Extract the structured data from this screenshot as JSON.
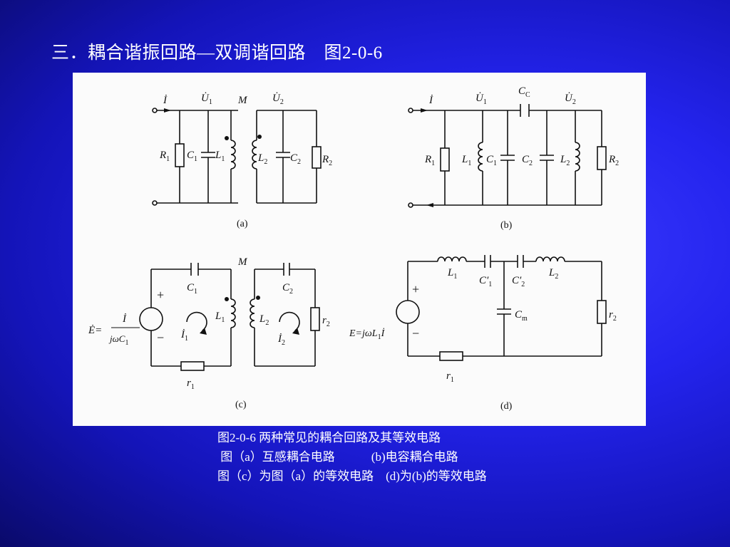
{
  "slide": {
    "title": "三．耦合谐振回路—双调谐回路　图2-0-6"
  },
  "caption": {
    "line1": "图2-0-6 两种常见的耦合回路及其等效电路",
    "line2": " 图（a）互感耦合电路　　　(b)电容耦合电路",
    "line3": "图（c）为图（a）的等效电路　(d)为(b)的等效电路"
  },
  "circuit_labels": {
    "a": "(a)",
    "b": "(b)",
    "c": "(c)",
    "d": "(d)",
    "M": "M",
    "plus": "+",
    "minus": "−"
  },
  "colors": {
    "background": "#2424ee",
    "figure_bg": "#fbfbfb",
    "text": "#ffffff"
  }
}
